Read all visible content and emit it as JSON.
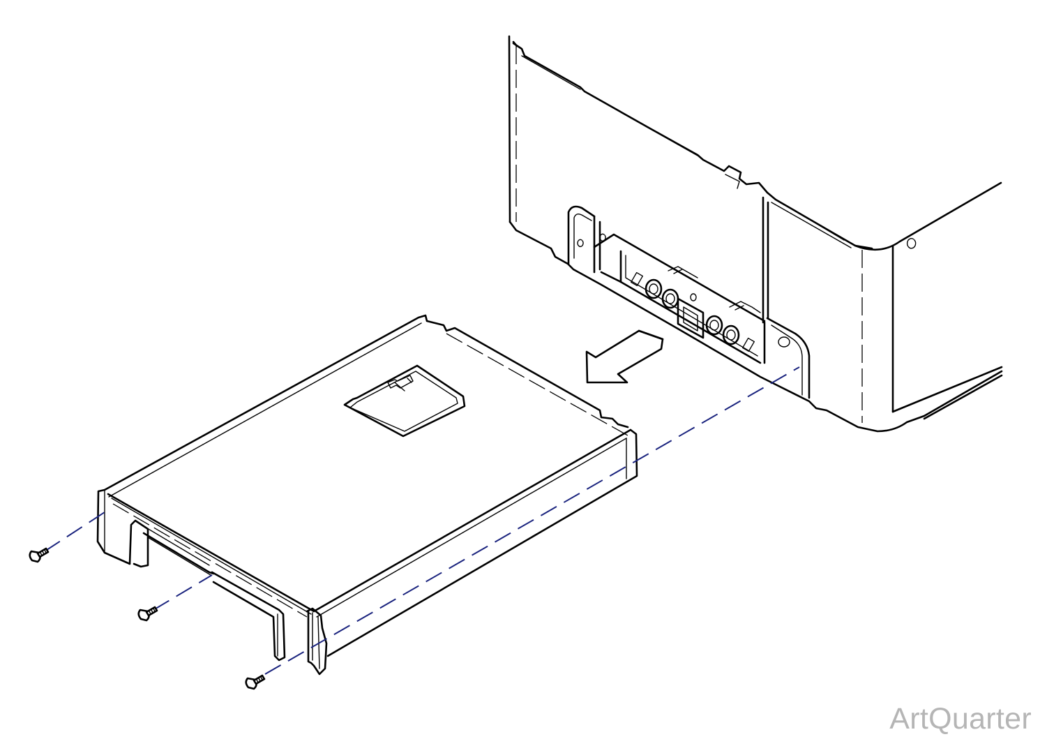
{
  "watermark": {
    "text": "ArtQuarter"
  },
  "colors": {
    "line": "#000000",
    "guide_line": "#1a237e",
    "watermark": "#b5b5b5",
    "background": "#ffffff"
  },
  "parts": {
    "screw_count": 3,
    "arrow_direction": "out-of-chassis"
  }
}
